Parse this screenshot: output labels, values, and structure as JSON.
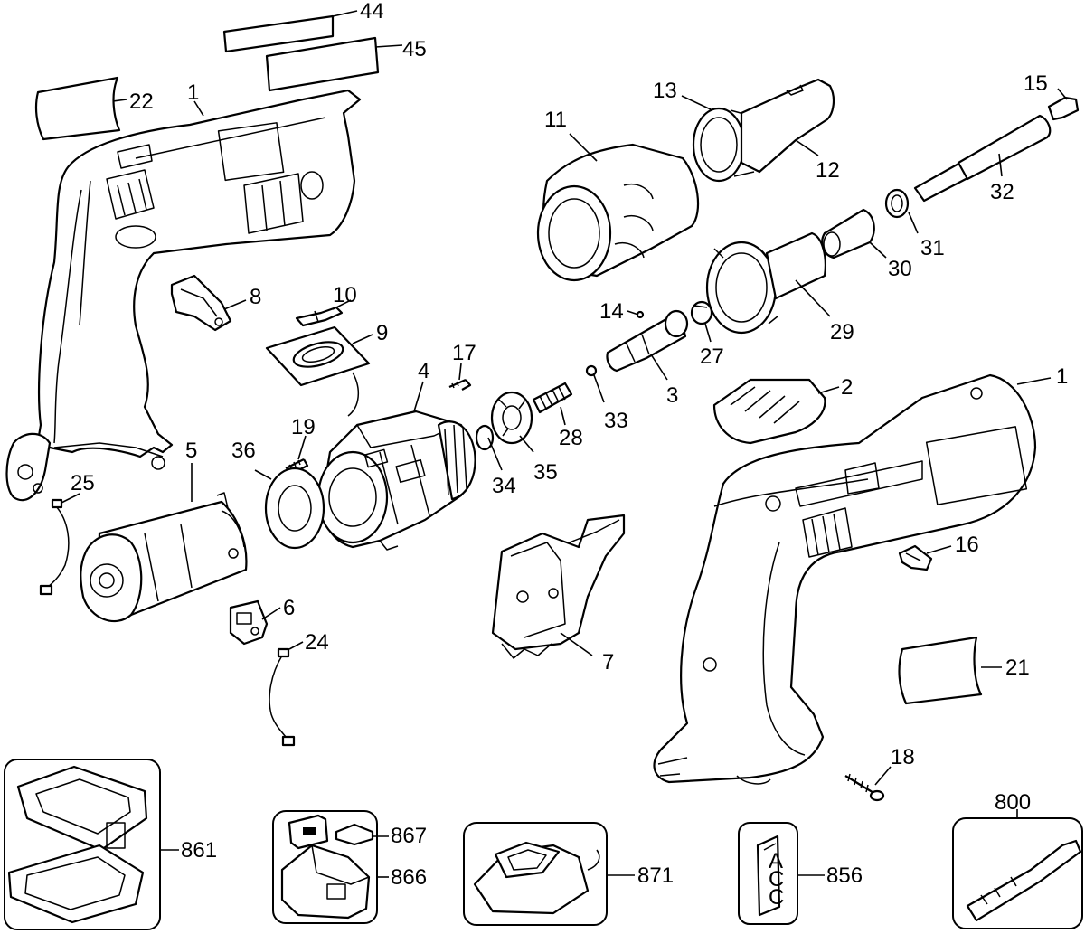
{
  "labels": {
    "p1a": "1",
    "p1b": "1",
    "p2": "2",
    "p3": "3",
    "p4": "4",
    "p5": "5",
    "p6": "6",
    "p7": "7",
    "p8": "8",
    "p9": "9",
    "p10": "10",
    "p11": "11",
    "p12": "12",
    "p13": "13",
    "p14": "14",
    "p15": "15",
    "p16": "16",
    "p17": "17",
    "p18": "18",
    "p19": "19",
    "p21": "21",
    "p22": "22",
    "p24": "24",
    "p25": "25",
    "p27": "27",
    "p28": "28",
    "p29": "29",
    "p30": "30",
    "p31": "31",
    "p32": "32",
    "p33": "33",
    "p34": "34",
    "p35": "35",
    "p36": "36",
    "p44": "44",
    "p45": "45",
    "p800": "800",
    "p856": "856",
    "p861": "861",
    "p866": "866",
    "p867": "867",
    "p871": "871"
  },
  "accessories": {
    "p856_letters": [
      "A",
      "C",
      "C"
    ]
  }
}
